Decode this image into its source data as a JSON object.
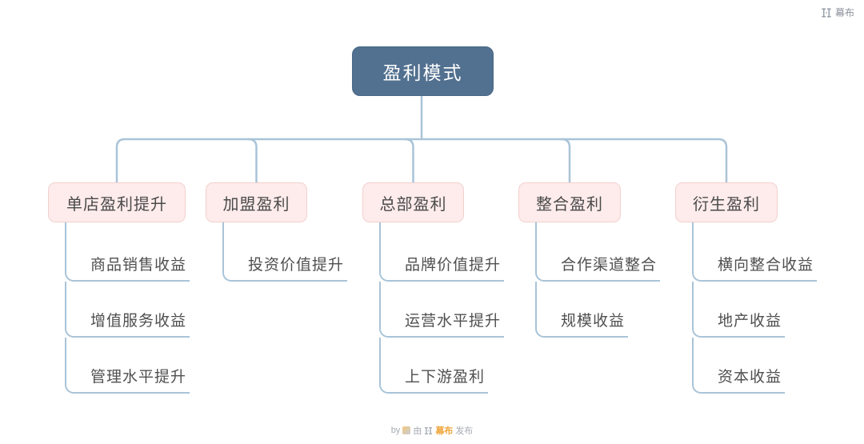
{
  "header": {
    "brand": "幕布"
  },
  "mindmap": {
    "root": "盈利模式",
    "branches": [
      {
        "label": "单店盈利提升",
        "children": [
          "商品销售收益",
          "增值服务收益",
          "管理水平提升"
        ]
      },
      {
        "label": "加盟盈利",
        "children": [
          "投资价值提升"
        ]
      },
      {
        "label": "总部盈利",
        "children": [
          "品牌价值提升",
          "运营水平提升",
          "上下游盈利"
        ]
      },
      {
        "label": "整合盈利",
        "children": [
          "合作渠道整合",
          "规模收益"
        ]
      },
      {
        "label": "衍生盈利",
        "children": [
          "横向整合收益",
          "地产收益",
          "资本收益"
        ]
      }
    ]
  },
  "footer": {
    "by": "by",
    "via": "由",
    "brand": "幕布",
    "publish": "发布"
  },
  "colors": {
    "root_bg": "#52708f",
    "branch_bg": "#fdeceb",
    "branch_border": "#f2d0ce",
    "connector": "#a9c4d8",
    "brand_orange": "#f0a63c",
    "text_dark": "#4a4a4a"
  }
}
